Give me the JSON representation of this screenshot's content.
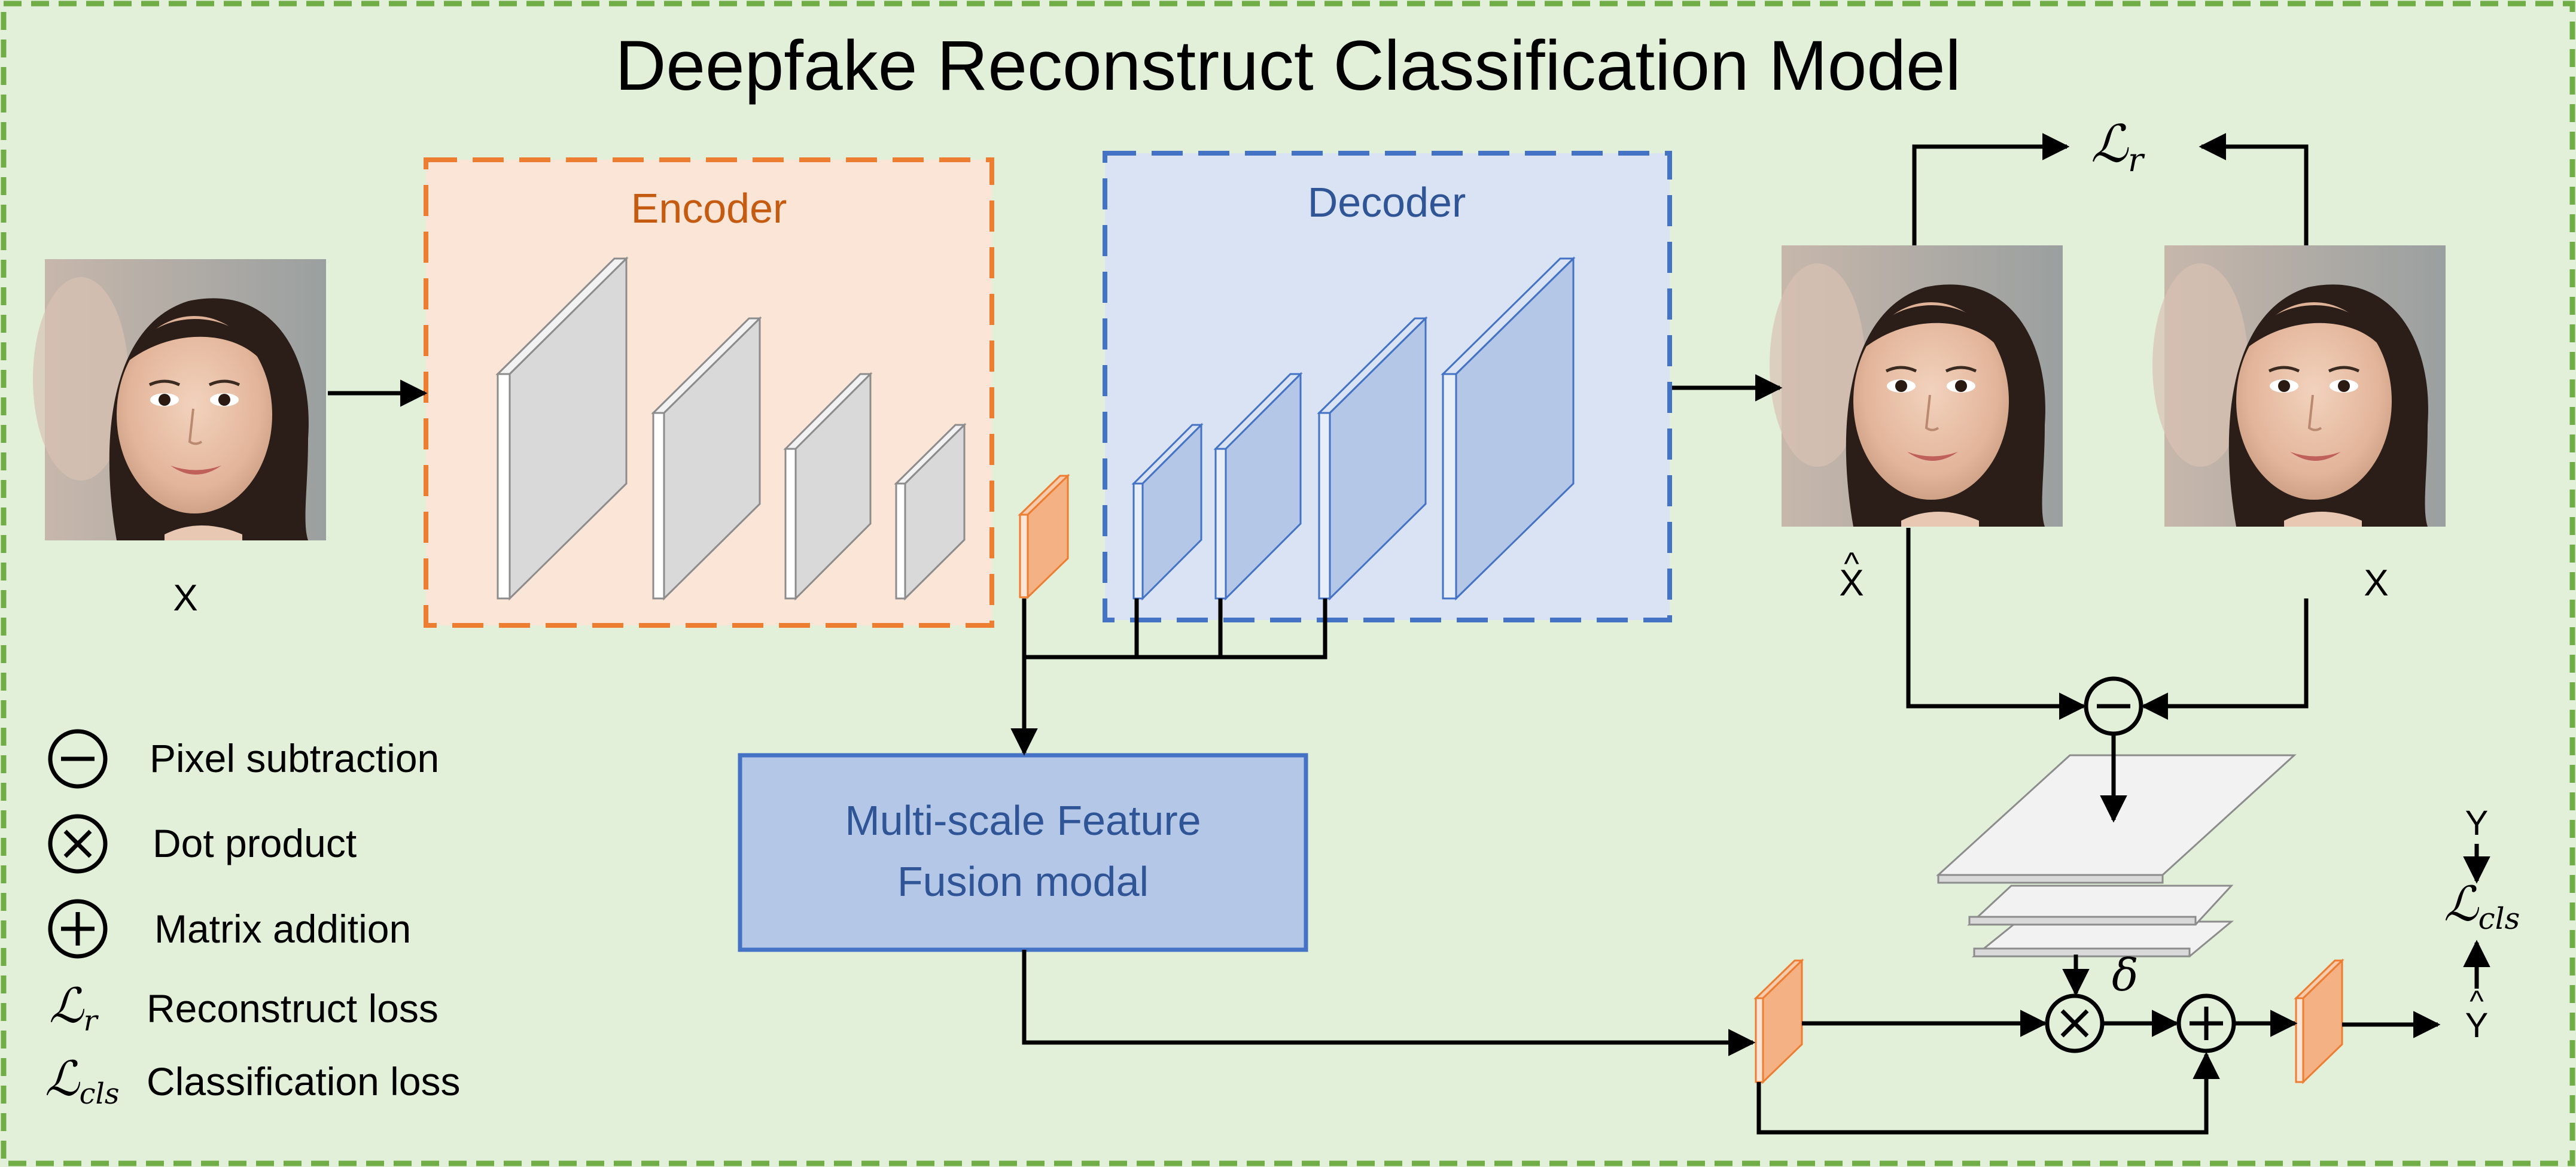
{
  "title": "Deepfake Reconstruct Classification Model",
  "encoder": {
    "label": "Encoder"
  },
  "decoder": {
    "label": "Decoder"
  },
  "fusion": {
    "line1": "Multi-scale Feature",
    "line2": "Fusion modal"
  },
  "images": {
    "input_label": "X",
    "recon_label": "X",
    "recon_hat": "^",
    "original_label": "X"
  },
  "losses": {
    "recon_symbol": "ℒ",
    "recon_sub": "r",
    "cls_symbol": "ℒ",
    "cls_sub": "cls",
    "y_label": "Y",
    "yhat_label": "Y",
    "yhat_hat": "^",
    "delta": "δ"
  },
  "legend": [
    {
      "symbol": "circle-minus-icon",
      "text": "Pixel subtraction"
    },
    {
      "symbol": "circle-times-icon",
      "text": "Dot product"
    },
    {
      "symbol": "circle-plus-icon",
      "text": "Matrix addition"
    },
    {
      "symbol": "loss-r-symbol",
      "text": "Reconstruct loss"
    },
    {
      "symbol": "loss-cls-symbol",
      "text": "Classification loss"
    }
  ],
  "colors": {
    "background": "#e2efd9",
    "frame": "#70ad47",
    "encoder_fill": "#fbe5d6",
    "encoder_border": "#ed7d31",
    "encoder_text": "#c55a11",
    "decoder_fill": "#dae3f3",
    "decoder_border": "#4472c4",
    "decoder_text": "#2f5597",
    "fusion_fill": "#b4c7e7",
    "fusion_border": "#4472c4",
    "enc_layer": "#d9d9d9",
    "dec_layer": "#b4c7e7",
    "feature": "#f4b183",
    "feature_border": "#ed7d31",
    "line": "#000000"
  }
}
